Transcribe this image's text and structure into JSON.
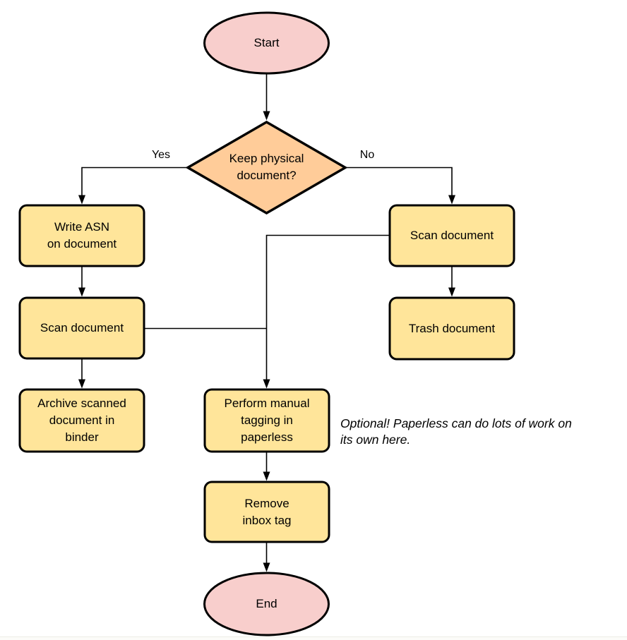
{
  "nodes": {
    "start": {
      "label": "Start",
      "type": "terminator"
    },
    "decision": {
      "label": "Keep physical\ndocument?",
      "type": "decision"
    },
    "write_asn": {
      "label": "Write ASN\non document",
      "type": "process"
    },
    "scan_left": {
      "label": "Scan document",
      "type": "process"
    },
    "archive": {
      "label": "Archive scanned\ndocument in\nbinder",
      "type": "process"
    },
    "scan_right": {
      "label": "Scan document",
      "type": "process"
    },
    "trash": {
      "label": "Trash document",
      "type": "process"
    },
    "perform_tagging": {
      "label": "Perform manual\ntagging in\npaperless",
      "type": "process"
    },
    "remove_inbox": {
      "label": "Remove\ninbox tag",
      "type": "process"
    },
    "end": {
      "label": "End",
      "type": "terminator"
    }
  },
  "edge_labels": {
    "yes": "Yes",
    "no": "No"
  },
  "annotation": {
    "text": "Optional! Paperless can do lots of work on\nits own here."
  },
  "colors": {
    "terminator_fill": "#f8cecc",
    "decision_fill": "#ffcc99",
    "process_fill": "#ffe59a",
    "stroke": "#000000",
    "edge": "#000000"
  }
}
